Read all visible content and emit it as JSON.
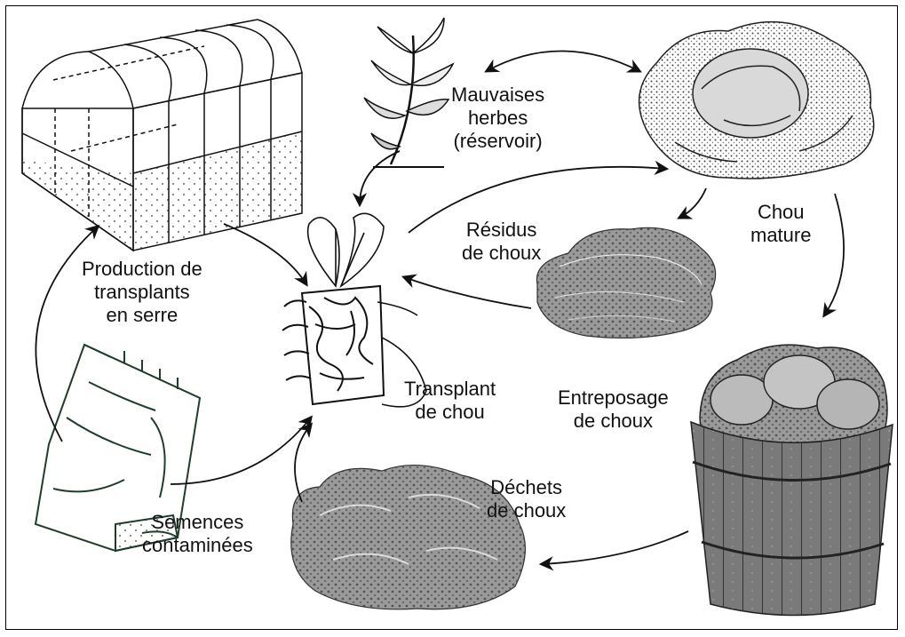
{
  "diagram": {
    "nodes": {
      "mauvaises_herbes": {
        "lines": [
          "Mauvaises",
          "herbes",
          "(réservoir)"
        ]
      },
      "chou_mature": {
        "lines": [
          "Chou",
          "mature"
        ]
      },
      "residus": {
        "lines": [
          "Résidus",
          "de choux"
        ]
      },
      "production": {
        "lines": [
          "Production de",
          "transplants",
          "en serre"
        ]
      },
      "transplant": {
        "lines": [
          "Transplant",
          "de chou"
        ]
      },
      "entreposage": {
        "lines": [
          "Entreposage",
          "de choux"
        ]
      },
      "dechets": {
        "lines": [
          "Déchets",
          "de choux"
        ]
      },
      "semences": {
        "lines": [
          "Semences",
          "contaminées"
        ]
      }
    },
    "icons": [
      "greenhouse-icon",
      "weed-plant-icon",
      "mature-cabbage-icon",
      "cabbage-residue-icon",
      "transplant-in-hand-icon",
      "seed-bag-icon",
      "cabbage-waste-icon",
      "cabbage-basket-icon"
    ],
    "colors": {
      "line": "#111111",
      "seed_bag": "#1f3d2b",
      "dots": "#555555"
    }
  }
}
